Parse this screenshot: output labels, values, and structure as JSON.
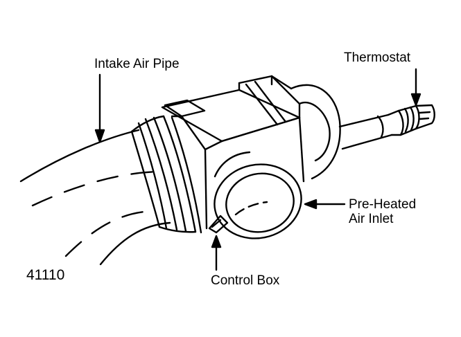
{
  "labels": {
    "intake_air_pipe": "Intake Air Pipe",
    "thermostat": "Thermostat",
    "pre_heated_line1": "Pre-Heated",
    "pre_heated_line2": "Air Inlet",
    "control_box": "Control Box",
    "figure_number": "41110"
  },
  "colors": {
    "ink": "#000000",
    "paper": "#ffffff"
  }
}
